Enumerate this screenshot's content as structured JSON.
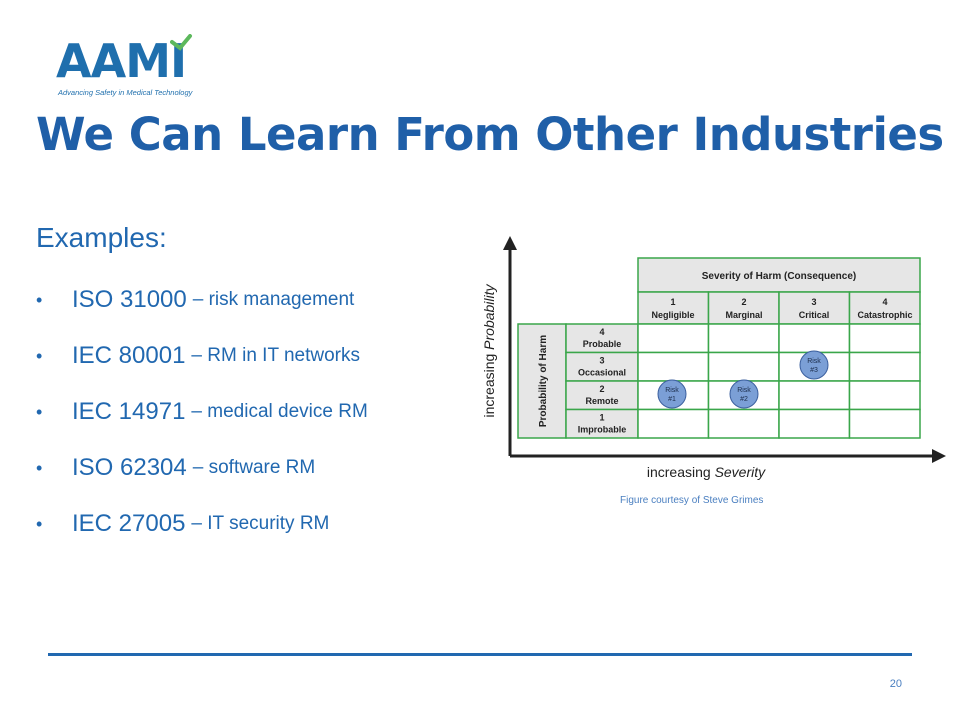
{
  "logo": {
    "text": "AAMI",
    "tagline": "Advancing Safety in Medical Technology"
  },
  "title": "We Can Learn From Other Industries",
  "examples_label": "Examples:",
  "bullets": [
    {
      "standard": "ISO 31000",
      "description": "– risk management"
    },
    {
      "standard": "IEC 80001",
      "description": "– RM in IT networks"
    },
    {
      "standard": "IEC 14971",
      "description": "– medical device RM"
    },
    {
      "standard": "ISO 62304",
      "description": "– software RM"
    },
    {
      "standard": "IEC 27005",
      "description": "– IT security RM"
    }
  ],
  "diagram": {
    "y_axis_prefix": "increasing ",
    "y_axis_emph": "Probability",
    "x_axis_prefix": "increasing ",
    "x_axis_emph": "Severity",
    "severity_header": "Severity of Harm (Consequence)",
    "probability_header": "Probability of Harm",
    "severity_levels": [
      {
        "num": "1",
        "label": "Negligible"
      },
      {
        "num": "2",
        "label": "Marginal"
      },
      {
        "num": "3",
        "label": "Critical"
      },
      {
        "num": "4",
        "label": "Catastrophic"
      }
    ],
    "probability_levels": [
      {
        "num": "4",
        "label": "Probable"
      },
      {
        "num": "3",
        "label": "Occasional"
      },
      {
        "num": "2",
        "label": "Remote"
      },
      {
        "num": "1",
        "label": "Improbable"
      }
    ],
    "risks": [
      {
        "line1": "Risk",
        "line2": "#1",
        "severity": 1,
        "probability": 2
      },
      {
        "line1": "Risk",
        "line2": "#2",
        "severity": 2,
        "probability": 2
      },
      {
        "line1": "Risk",
        "line2": "#3",
        "severity": 3,
        "probability": 3
      }
    ],
    "grid_color": "#3aa64a",
    "header_fill": "#e6e6e6",
    "risk_fill": "#7b9fd6"
  },
  "credit": "Figure courtesy of Steve Grimes",
  "page_number": "20",
  "colors": {
    "brand_blue": "#1f5fa8",
    "text_blue": "#2168b0",
    "accent_green": "#5cb85c"
  }
}
